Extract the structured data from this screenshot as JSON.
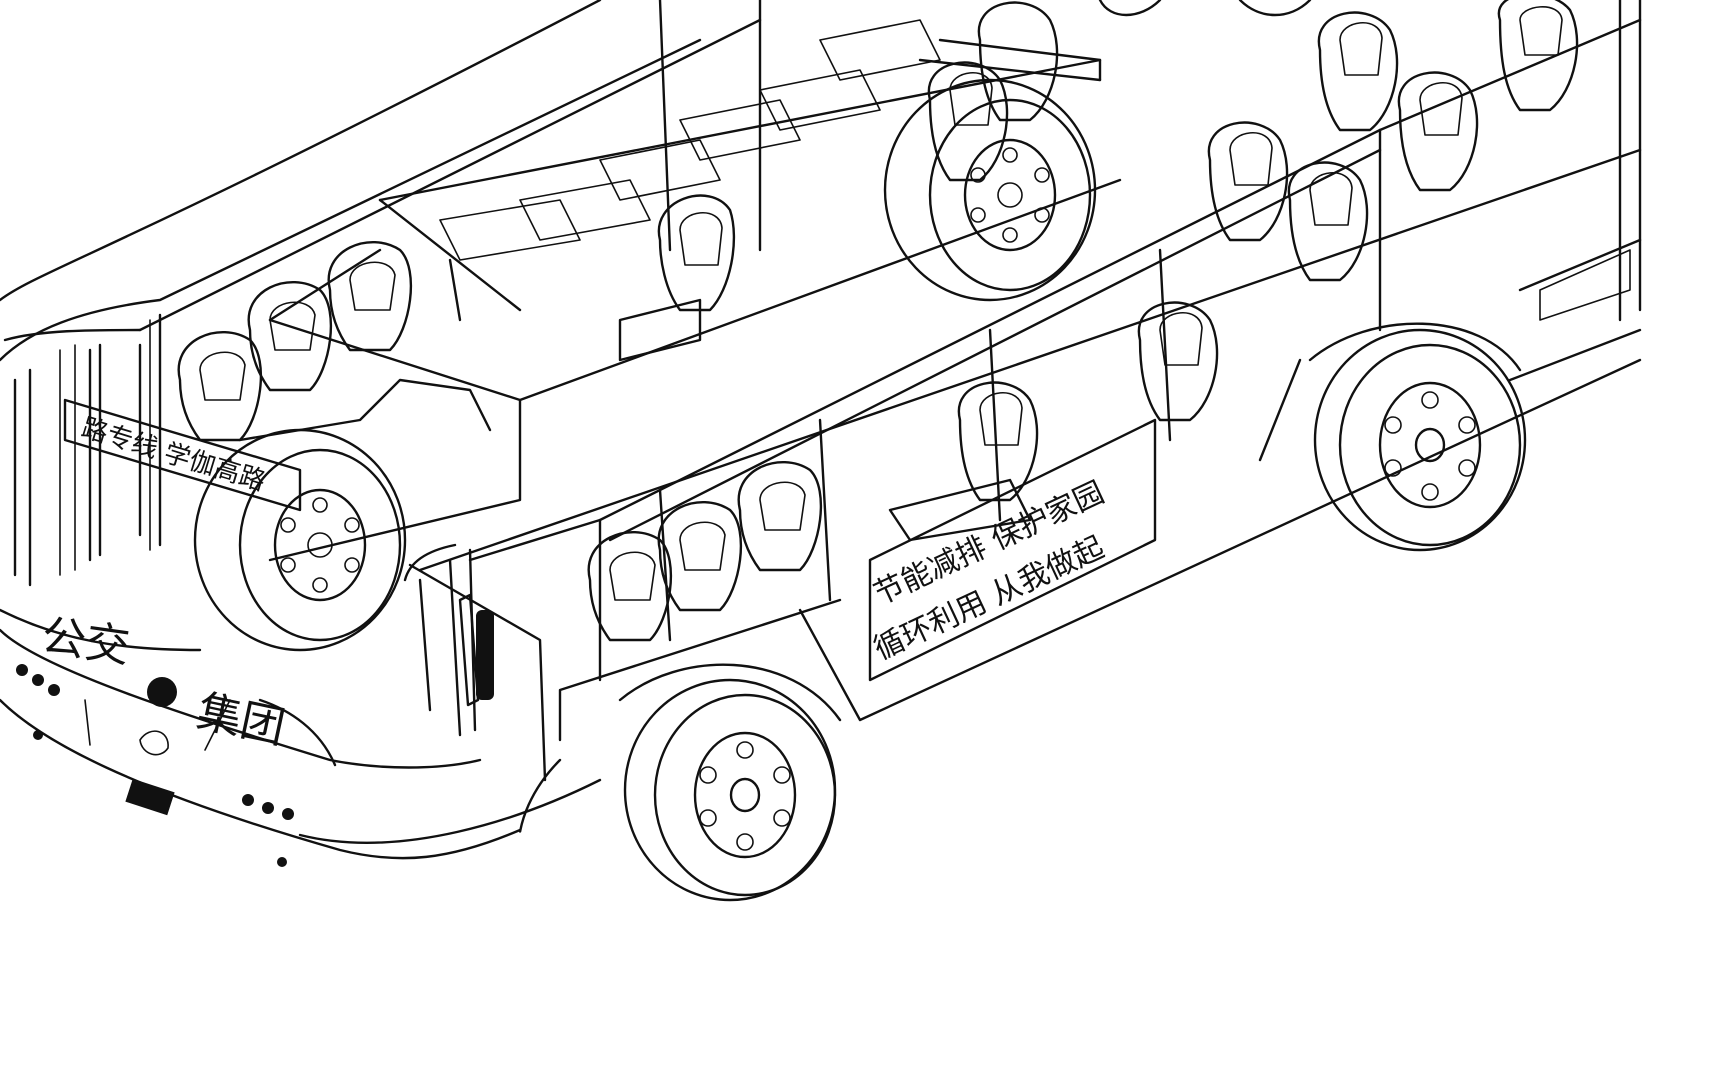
{
  "drawing": {
    "front_route_sign": "路专线 学伽高路",
    "front_brand_left": "公交",
    "front_brand_right": "集团",
    "side_slogan_line1": "节能减排 保护家园",
    "side_slogan_line2": "循环利用 从我做起"
  },
  "colors": {
    "ink": "#111111",
    "background": "#ffffff"
  },
  "icons": {
    "front_emblem": "bus-emblem-icon"
  }
}
